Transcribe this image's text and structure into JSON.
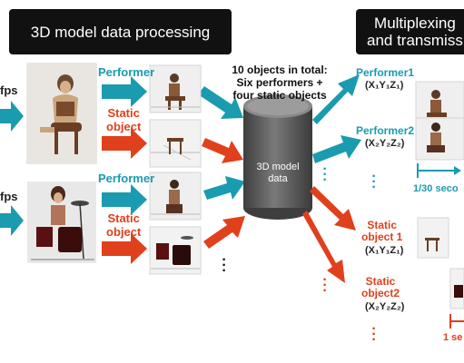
{
  "titles": {
    "processing": "3D model data processing",
    "multiplexing": "Multiplexing\nand transmiss"
  },
  "inputs": [
    {
      "fps_label": "fps"
    },
    {
      "fps_label": "fps"
    }
  ],
  "groups": [
    {
      "performer_label": "Performer",
      "static_label": "Static\nobject"
    },
    {
      "performer_label": "Performer",
      "static_label": "Static\nobject"
    }
  ],
  "database": {
    "label": "3D model\ndata",
    "note": "10 objects in total:\nSix performers +\nfour static objects"
  },
  "outputs": {
    "performers": [
      {
        "label": "Performer1",
        "coord": "(X₁Y₁Z₁)"
      },
      {
        "label": "Performer2",
        "coord": "(X₂Y₂Z₂)"
      }
    ],
    "static_objects": [
      {
        "label": "Static\nobject 1",
        "coord": "(X₁Y₁Z₁)"
      },
      {
        "label": "Static\nobject2",
        "coord": "(X₂Y₂Z₂)"
      }
    ],
    "timing": {
      "performer_interval": "1/30 seco",
      "static_interval": "1 se"
    }
  },
  "colors": {
    "teal": "#1a9bb0",
    "red": "#e0401c",
    "cylinder": "#5a5a5a",
    "title_bg": "#111111"
  }
}
